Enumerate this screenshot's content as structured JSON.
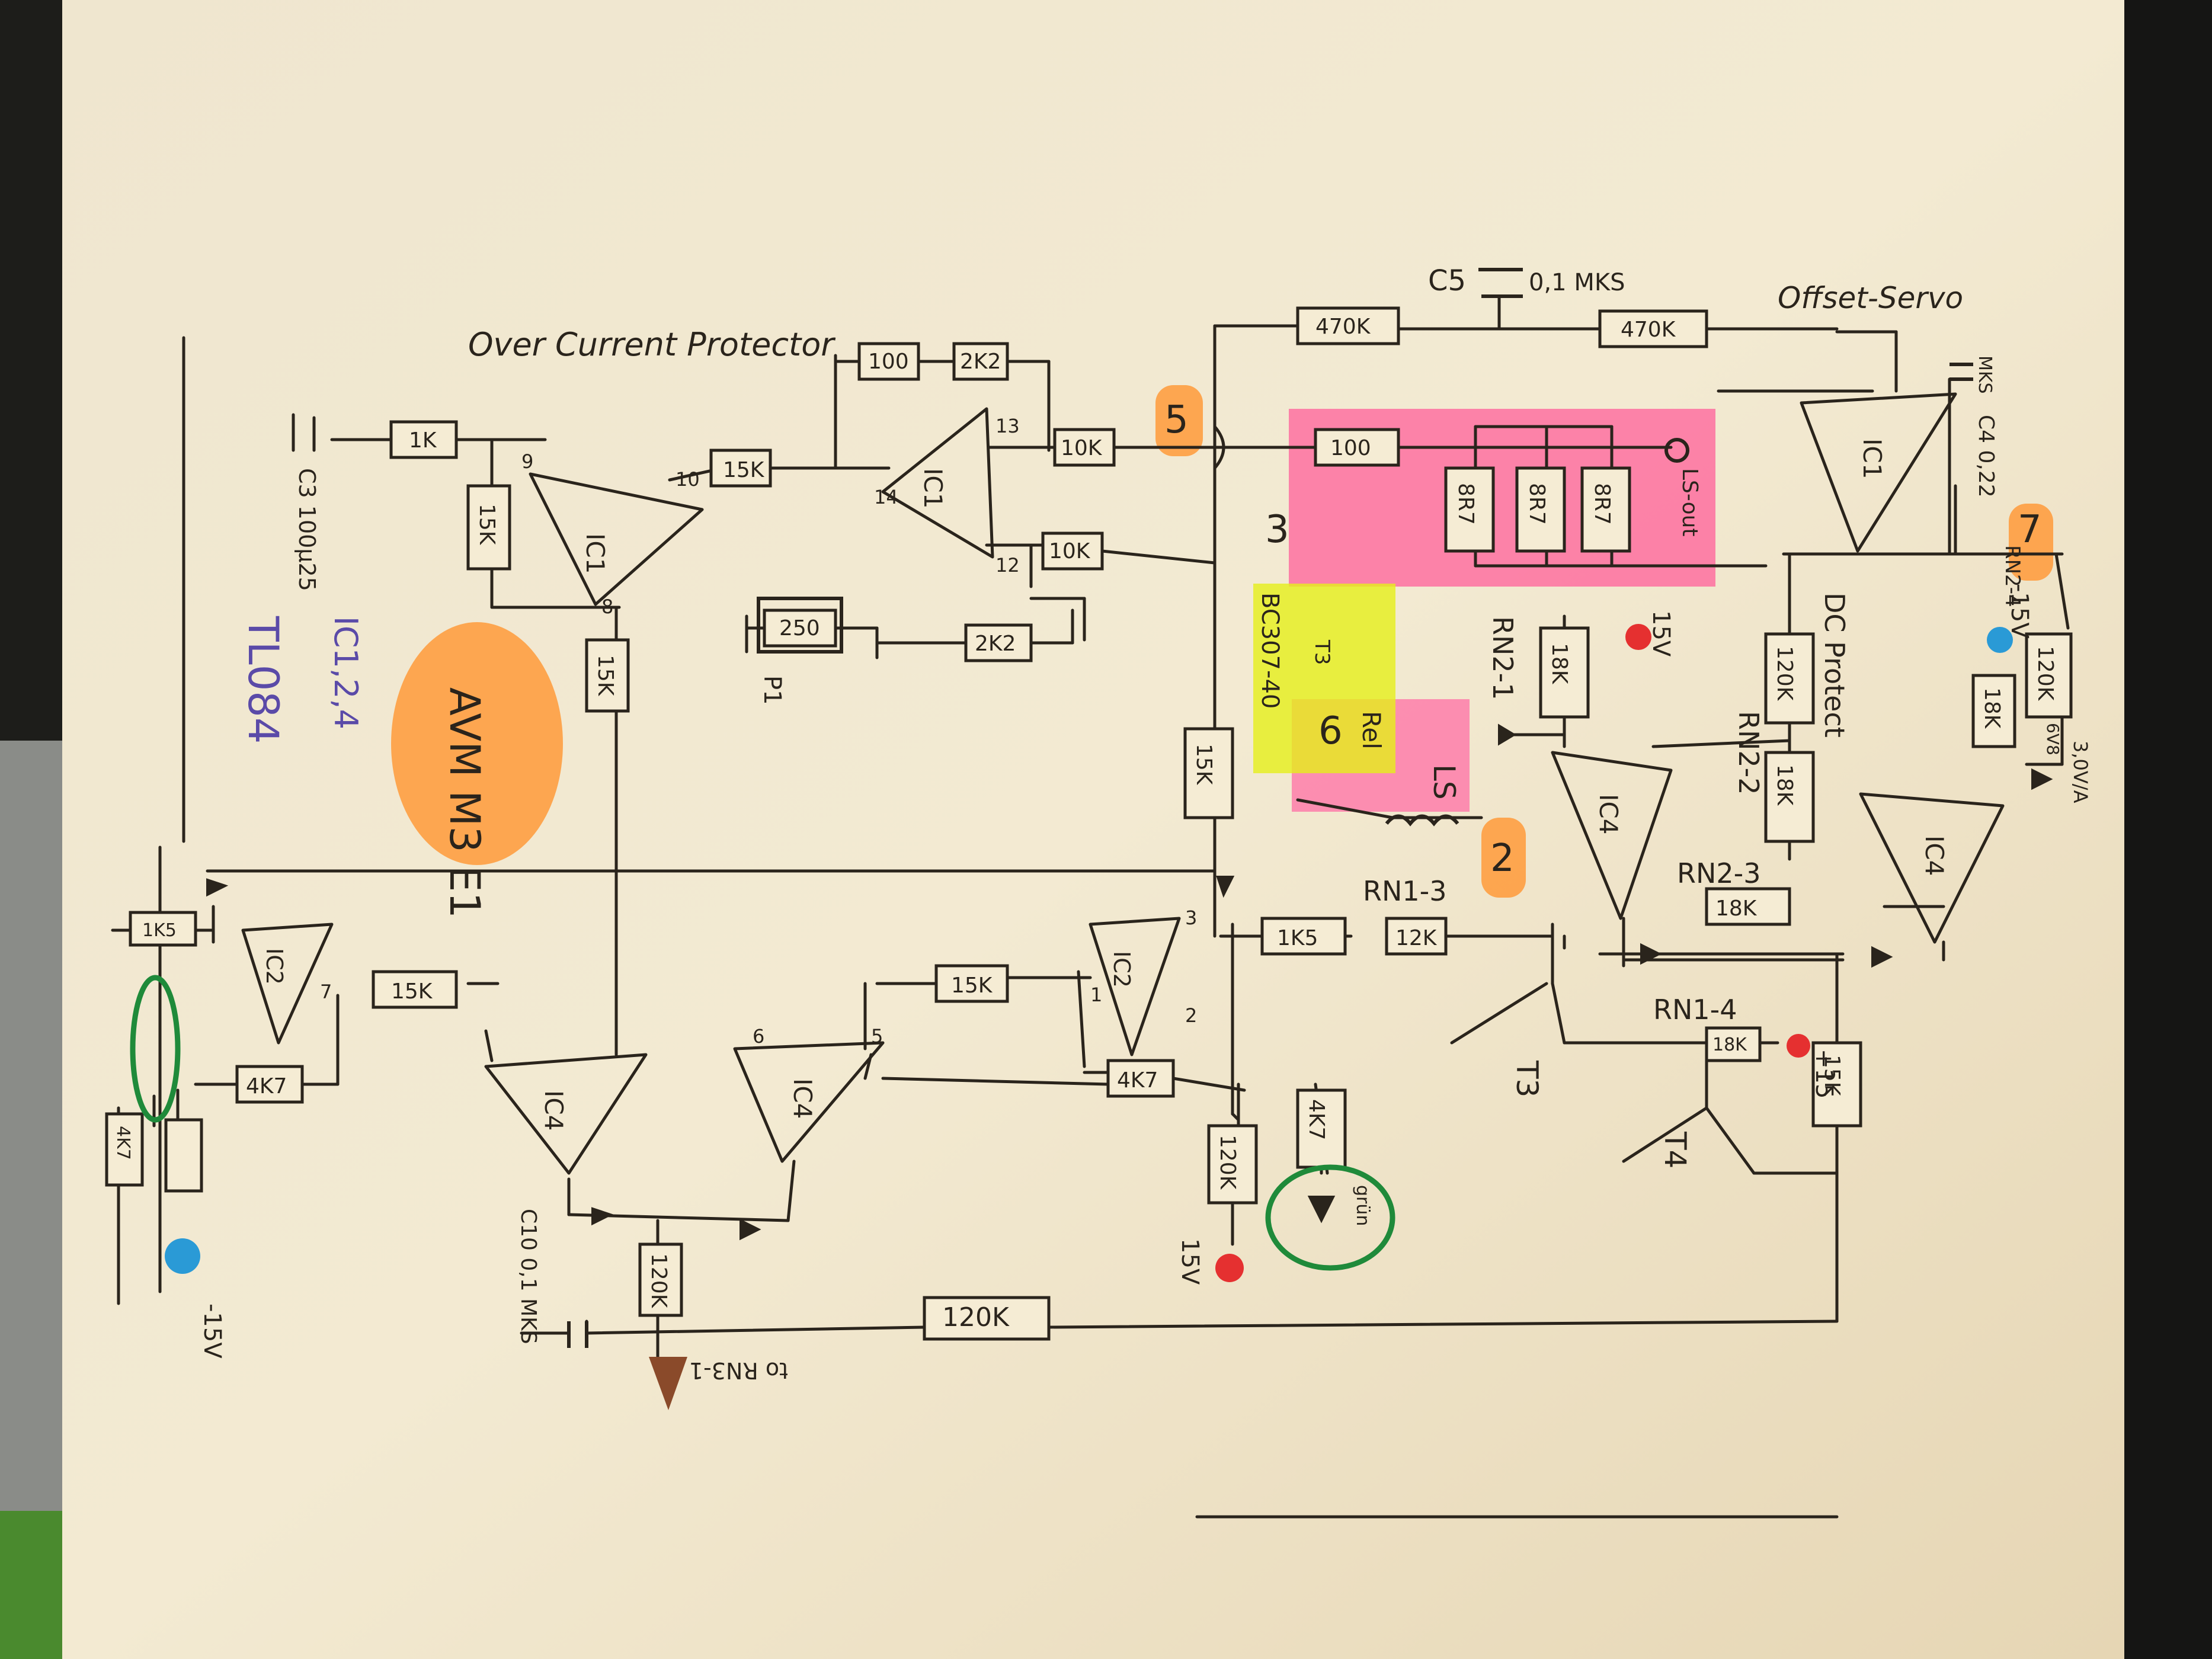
{
  "titles": {
    "over_current": "Over Current Protector",
    "offset_servo": "Offset-Servo",
    "dc_protect": "DC Protect",
    "ic_list": "IC1,2,4",
    "ic_type": "TL084",
    "module": "AVM M3 E1"
  },
  "resistors": {
    "r_1k": "1K",
    "r_15k_a": "15K",
    "r_15k_b": "15K",
    "r_15k_c": "15K",
    "r_100": "100",
    "r_2k2_a": "2K2",
    "r_2k2_b": "2K2",
    "r_250": "250",
    "r_10k_a": "10K",
    "r_10k_b": "10K",
    "r_470k_a": "470K",
    "r_470k_b": "470K",
    "r_100_out": "100",
    "r_8r7_a": "8R7",
    "r_8r7_b": "8R7",
    "r_8r7_c": "8R7",
    "r_18k_a": "18K",
    "r_18k_b": "18K",
    "r_18k_c": "18K",
    "r_18k_d": "18K",
    "r_18k_e": "18K",
    "r_120k_a": "120K",
    "r_120k_b": "120K",
    "r_120k_c": "120K",
    "r_120k_d": "120K",
    "r_120k_e": "120K",
    "r_15k_d": "15K",
    "r_15k_e": "15K",
    "r_15k_f": "15K",
    "r_15k_g": "15K",
    "r_4k7_a": "4K7",
    "r_4k7_b": "4K7",
    "r_4k7_c": "4K7",
    "r_4k7_d": "4K7",
    "r_1k5_a": "1K5",
    "r_1k5_b": "1K5",
    "r_12k": "12K"
  },
  "ics": {
    "ic1_a": "IC1",
    "ic1_b": "IC1",
    "ic1_c": "IC1",
    "ic2_a": "IC2",
    "ic2_b": "IC2",
    "ic4_a": "IC4",
    "ic4_b": "IC4",
    "ic4_c": "IC4",
    "ic4_d": "IC4"
  },
  "pins": {
    "p9": "9",
    "p8": "8",
    "p10": "10",
    "p14": "14",
    "p13": "13",
    "p12": "12",
    "p3": "3",
    "p2": "2",
    "p1": "1",
    "p7": "7",
    "p6": "6",
    "p5": "5"
  },
  "components": {
    "c3": "C3 100μ25",
    "c4": "C4 0,22",
    "c5": "C5",
    "c5_val": "0,1 MKS",
    "c4_mks": "MKS",
    "c10": "C10 0,1 MKS",
    "p1": "P1",
    "t3": "T3",
    "t3_type": "BC307-40",
    "t3_label": "T3",
    "t4_label": "T4",
    "rel": "Rel",
    "ls": "LS",
    "ls_out": "LS-out",
    "led": "grün"
  },
  "labels": {
    "rn2_1": "RN2-1",
    "rn2_2": "RN2-2",
    "rn2_3": "RN2-3",
    "rn2_4": "RN2-4",
    "rn1_3": "RN1-3",
    "rn1_4": "RN1-4",
    "to_rn3": "to RN3-1",
    "zd": "3,0V/A",
    "zd_b": "6V8"
  },
  "connectors": {
    "c5": "5",
    "c3": "3",
    "c7": "7",
    "c2": "2",
    "c6": "6"
  },
  "supplies": {
    "v15_a": "15V",
    "v15_b": "15V",
    "v15_c": "+15",
    "vm15_a": "-15V",
    "vm15_b": "-15V"
  }
}
